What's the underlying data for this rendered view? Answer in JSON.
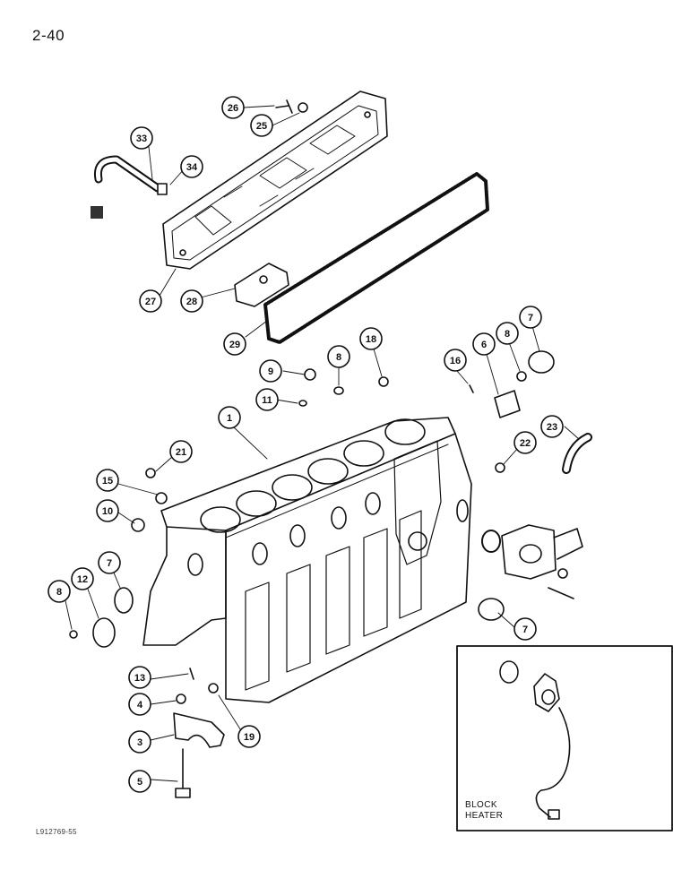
{
  "page": {
    "number": "2-40",
    "reference_code": "L912769-55"
  },
  "inset": {
    "label_line1": "BLOCK",
    "label_line2": "HEATER"
  },
  "callouts": [
    {
      "id": "c26",
      "label": "26"
    },
    {
      "id": "c25",
      "label": "25"
    },
    {
      "id": "c33",
      "label": "33"
    },
    {
      "id": "c34",
      "label": "34"
    },
    {
      "id": "c27",
      "label": "27"
    },
    {
      "id": "c28",
      "label": "28"
    },
    {
      "id": "c29",
      "label": "29"
    },
    {
      "id": "c9",
      "label": "9"
    },
    {
      "id": "c8a",
      "label": "8"
    },
    {
      "id": "c18",
      "label": "18"
    },
    {
      "id": "c11",
      "label": "11"
    },
    {
      "id": "c16",
      "label": "16"
    },
    {
      "id": "c6",
      "label": "6"
    },
    {
      "id": "c8b",
      "label": "8"
    },
    {
      "id": "c7a",
      "label": "7"
    },
    {
      "id": "c1",
      "label": "1"
    },
    {
      "id": "c23",
      "label": "23"
    },
    {
      "id": "c21",
      "label": "21"
    },
    {
      "id": "c22",
      "label": "22"
    },
    {
      "id": "c15",
      "label": "15"
    },
    {
      "id": "c10",
      "label": "10"
    },
    {
      "id": "c7b",
      "label": "7"
    },
    {
      "id": "c12",
      "label": "12"
    },
    {
      "id": "c8c",
      "label": "8"
    },
    {
      "id": "c7c",
      "label": "7"
    },
    {
      "id": "c13",
      "label": "13"
    },
    {
      "id": "c4",
      "label": "4"
    },
    {
      "id": "c19",
      "label": "19"
    },
    {
      "id": "c3",
      "label": "3"
    },
    {
      "id": "c5",
      "label": "5"
    }
  ]
}
